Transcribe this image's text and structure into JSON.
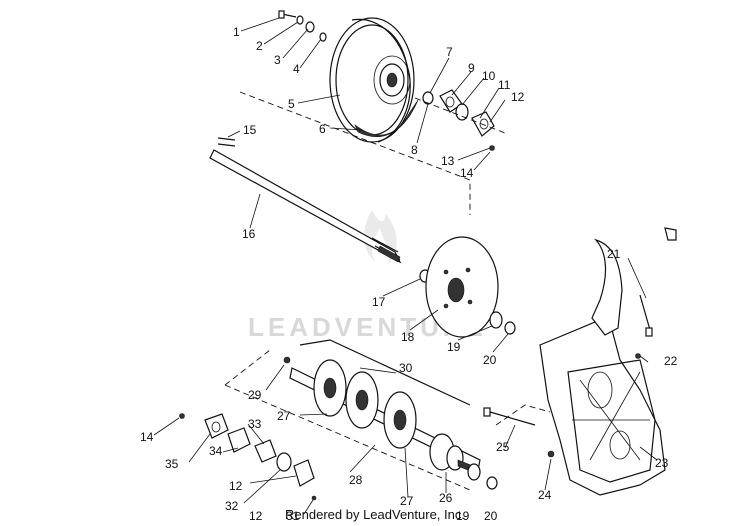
{
  "watermark": "LEADVENTURE",
  "credit": "Rendered by LeadVenture, Inc.",
  "callouts": [
    "1",
    "2",
    "3",
    "4",
    "5",
    "6",
    "7",
    "8",
    "9",
    "10",
    "11",
    "12",
    "13",
    "14",
    "15",
    "16",
    "17",
    "18",
    "19",
    "20",
    "21",
    "22",
    "23",
    "24",
    "25",
    "26",
    "27",
    "28",
    "29",
    "30",
    "31",
    "32",
    "33",
    "34",
    "35"
  ]
}
